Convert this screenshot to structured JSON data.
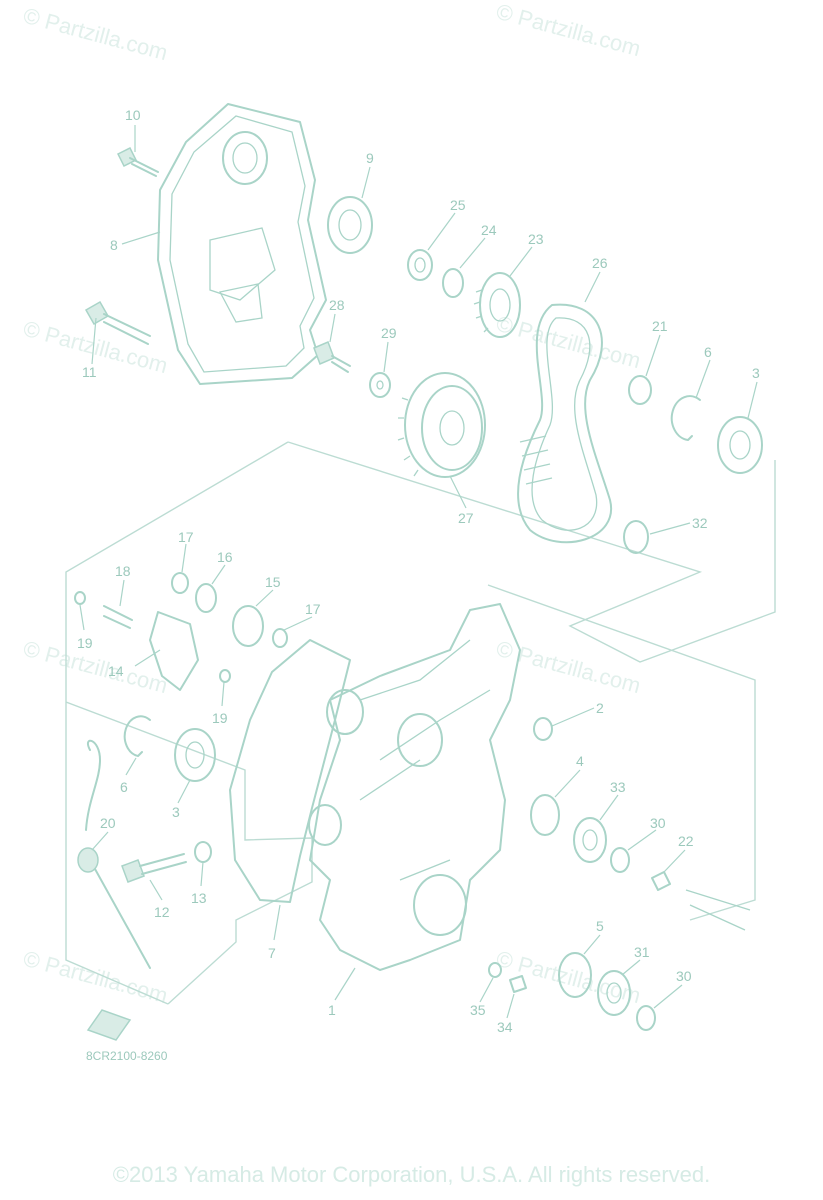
{
  "watermark": "© Partzilla.com",
  "diagram_code": "8CR2100-8260",
  "copyright": "©2013 Yamaha Motor Corporation, U.S.A. All rights reserved.",
  "callouts": {
    "c1": "1",
    "c2": "2",
    "c3a": "3",
    "c3b": "3",
    "c4": "4",
    "c5": "5",
    "c6a": "6",
    "c6b": "6",
    "c7": "7",
    "c8": "8",
    "c9": "9",
    "c10": "10",
    "c11": "11",
    "c12": "12",
    "c13": "13",
    "c14": "14",
    "c15": "15",
    "c16": "16",
    "c17a": "17",
    "c17b": "17",
    "c18": "18",
    "c19a": "19",
    "c19b": "19",
    "c20": "20",
    "c21": "21",
    "c22": "22",
    "c23": "23",
    "c24": "24",
    "c25": "25",
    "c26": "26",
    "c27": "27",
    "c28": "28",
    "c29": "29",
    "c30a": "30",
    "c30b": "30",
    "c31": "31",
    "c32": "32",
    "c33": "33",
    "c34": "34",
    "c35": "35"
  }
}
